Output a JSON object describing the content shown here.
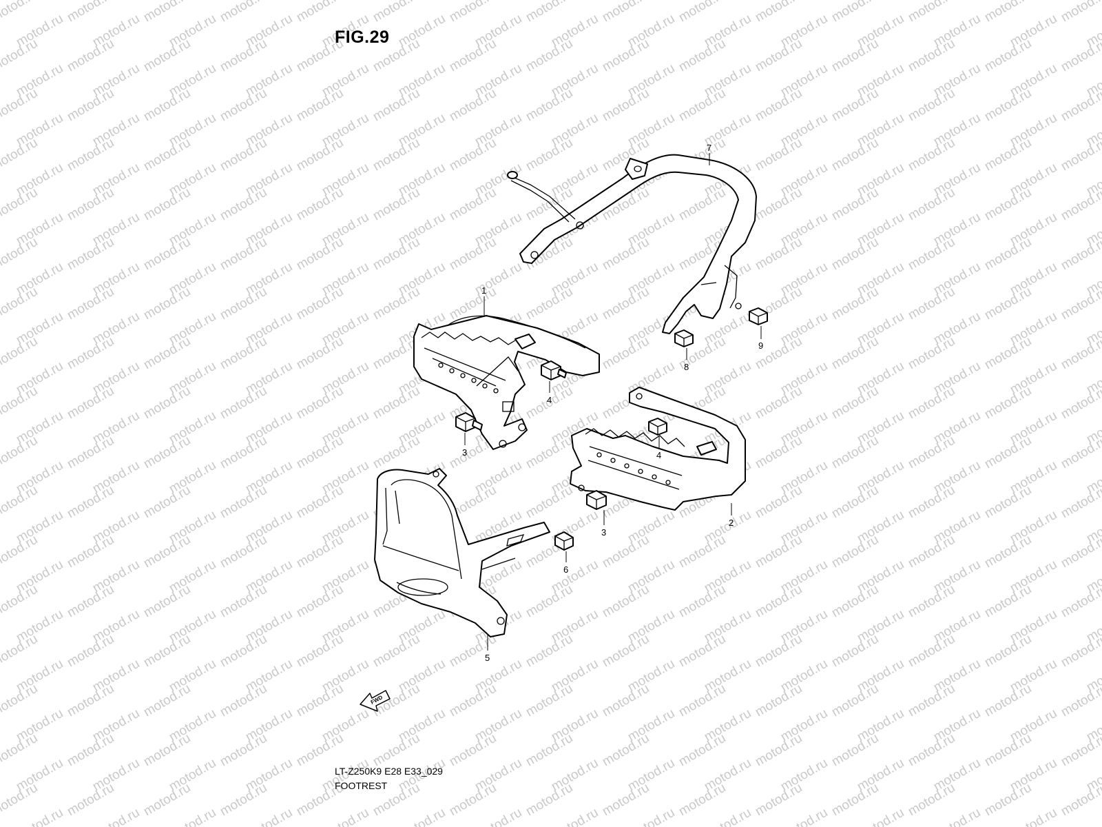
{
  "figure": {
    "title": "FIG.29"
  },
  "footer": {
    "code": "LT-Z250K9 E28 E33_029",
    "caption": "FOOTREST"
  },
  "watermark": {
    "text": "motod.ru"
  },
  "direction_arrow": {
    "label": "FWD"
  },
  "callouts": {
    "c1": "1",
    "c2": "2",
    "c3a": "3",
    "c3b": "3",
    "c4a": "4",
    "c4b": "4",
    "c5": "5",
    "c6": "6",
    "c7": "7",
    "c8": "8",
    "c9": "9"
  }
}
